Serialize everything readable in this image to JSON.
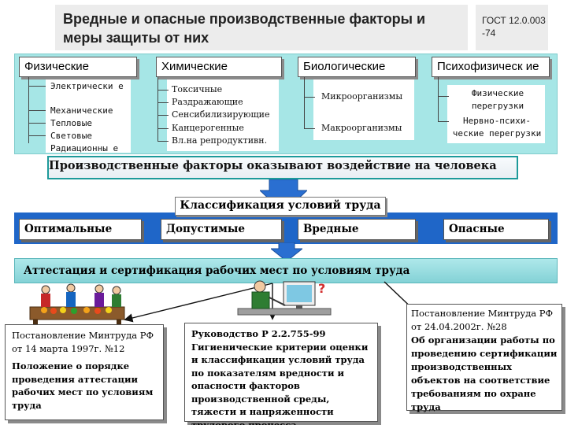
{
  "header": {
    "title": "Вредные и опасные производственные факторы и меры защиты от них",
    "gost": "ГОСТ 12.0.003 -74"
  },
  "categories": {
    "physical": {
      "label": "Физические",
      "items": [
        "Электрически е",
        "Механические",
        "Тепловые",
        "Световые",
        "Радиационны е"
      ]
    },
    "chemical": {
      "label": "Химические",
      "items": [
        "Токсичные",
        "Раздражающие",
        "Сенсибилизирующие",
        "Канцерогенные",
        "Вл.на репродуктивн."
      ]
    },
    "biological": {
      "label": "Биологические",
      "items": [
        "Микроорганизмы",
        "Макроорганизмы"
      ]
    },
    "psychophysical": {
      "label": "Психофизическ ие",
      "items": [
        "Физические перегрузки",
        "Нервно-психи-ческие перегрузки"
      ]
    }
  },
  "impact": "Производственные факторы оказывают воздействие на человека",
  "classification": {
    "title": "Классификация условий труда",
    "classes": [
      "Оптимальные",
      "Допустимые",
      "Вредные",
      "Опасные"
    ]
  },
  "certification": "Аттестация и сертификация рабочих мест по условиям труда",
  "documents": {
    "left": {
      "line1": "Постановление Минтруда РФ от 14 марта 1997г. №12",
      "line2": "Положение о порядке проведения аттестации рабочих мест по условиям труда"
    },
    "middle": {
      "line1": "Руководство Р 2.2.755-99",
      "line2": "Гигиенические критерии оценки и классификации условий труда по показателям вредности и опасности факторов производственной среды, тяжести и напряженности трудового процесса"
    },
    "right": {
      "line1": "Постановление Минтруда РФ от 24.04.2002г. №28",
      "line2": "Об организации работы по проведению сертификации производственных объектов на соответствие требованиям по охране труда"
    }
  },
  "colors": {
    "teal_band": "#a6e6e6",
    "blue_band": "#1f66c8",
    "arrow": "#2a6fd1"
  },
  "icons": [
    "people-working-icon",
    "computer-worker-icon"
  ]
}
